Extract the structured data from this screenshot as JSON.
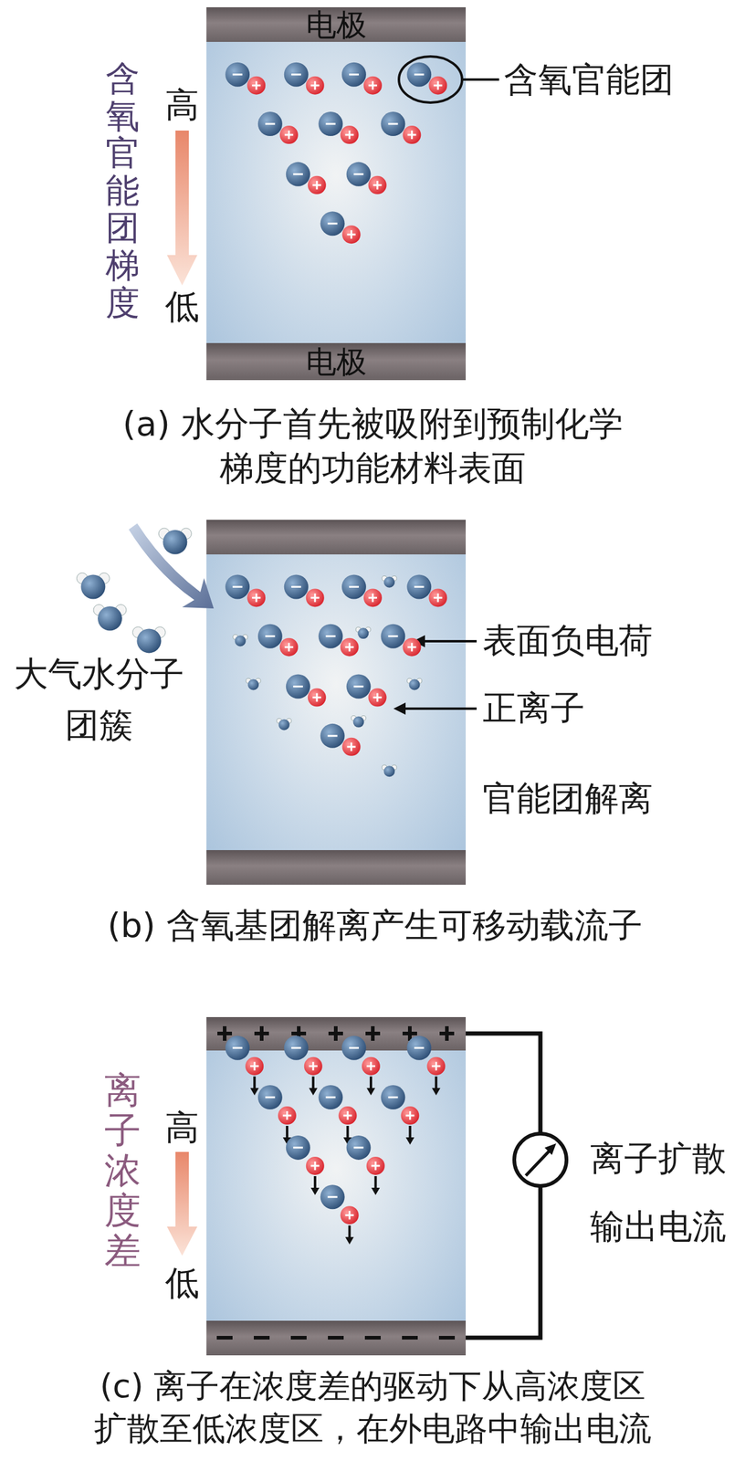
{
  "diagram": {
    "nodes": [
      {
        "text": [
          "电极"
        ]
      },
      {
        "text": [
          "电极"
        ]
      }
    ],
    "labels": [
      "含氧官能团梯度",
      "高",
      "低",
      "含氧官能团",
      "(a) 水分子首先被吸附到预制化学 梯度的功能材料表面",
      "大气水分子 团簇",
      "表面负电荷",
      "正离子",
      "官能团解离",
      "(b) 含氧基团解离产生可移动载流子",
      "离子浓度差",
      "高",
      "低",
      "离子扩散 输出电流",
      "(c) 离子在浓度差的驱动下从高浓度区 扩散至低浓度区，在外电路中输出电流"
    ]
  }
}
